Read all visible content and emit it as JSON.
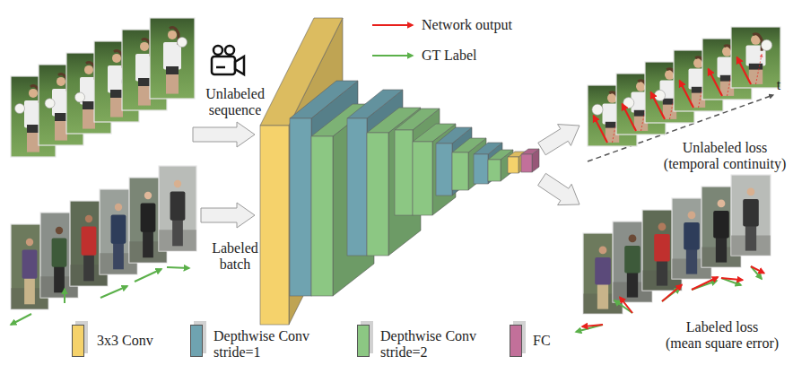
{
  "diagram": {
    "labels": [
      "Unlabeled sequence",
      "Labeled batch",
      "Unlabeled loss (temporal continuity)",
      "t",
      "Labeled loss (mean square error)"
    ],
    "legend": [
      {
        "text": "Network output"
      },
      {
        "text": "GT Label"
      },
      {
        "text": "3x3 Conv",
        "color": "#f5d26b"
      },
      {
        "text": "Depthwise Conv stride=1",
        "color": "#6fa3b0"
      },
      {
        "text": "Depthwise Conv stride=2",
        "color": "#8cc783"
      },
      {
        "text": "FC",
        "color": "#c2709a"
      }
    ]
  }
}
